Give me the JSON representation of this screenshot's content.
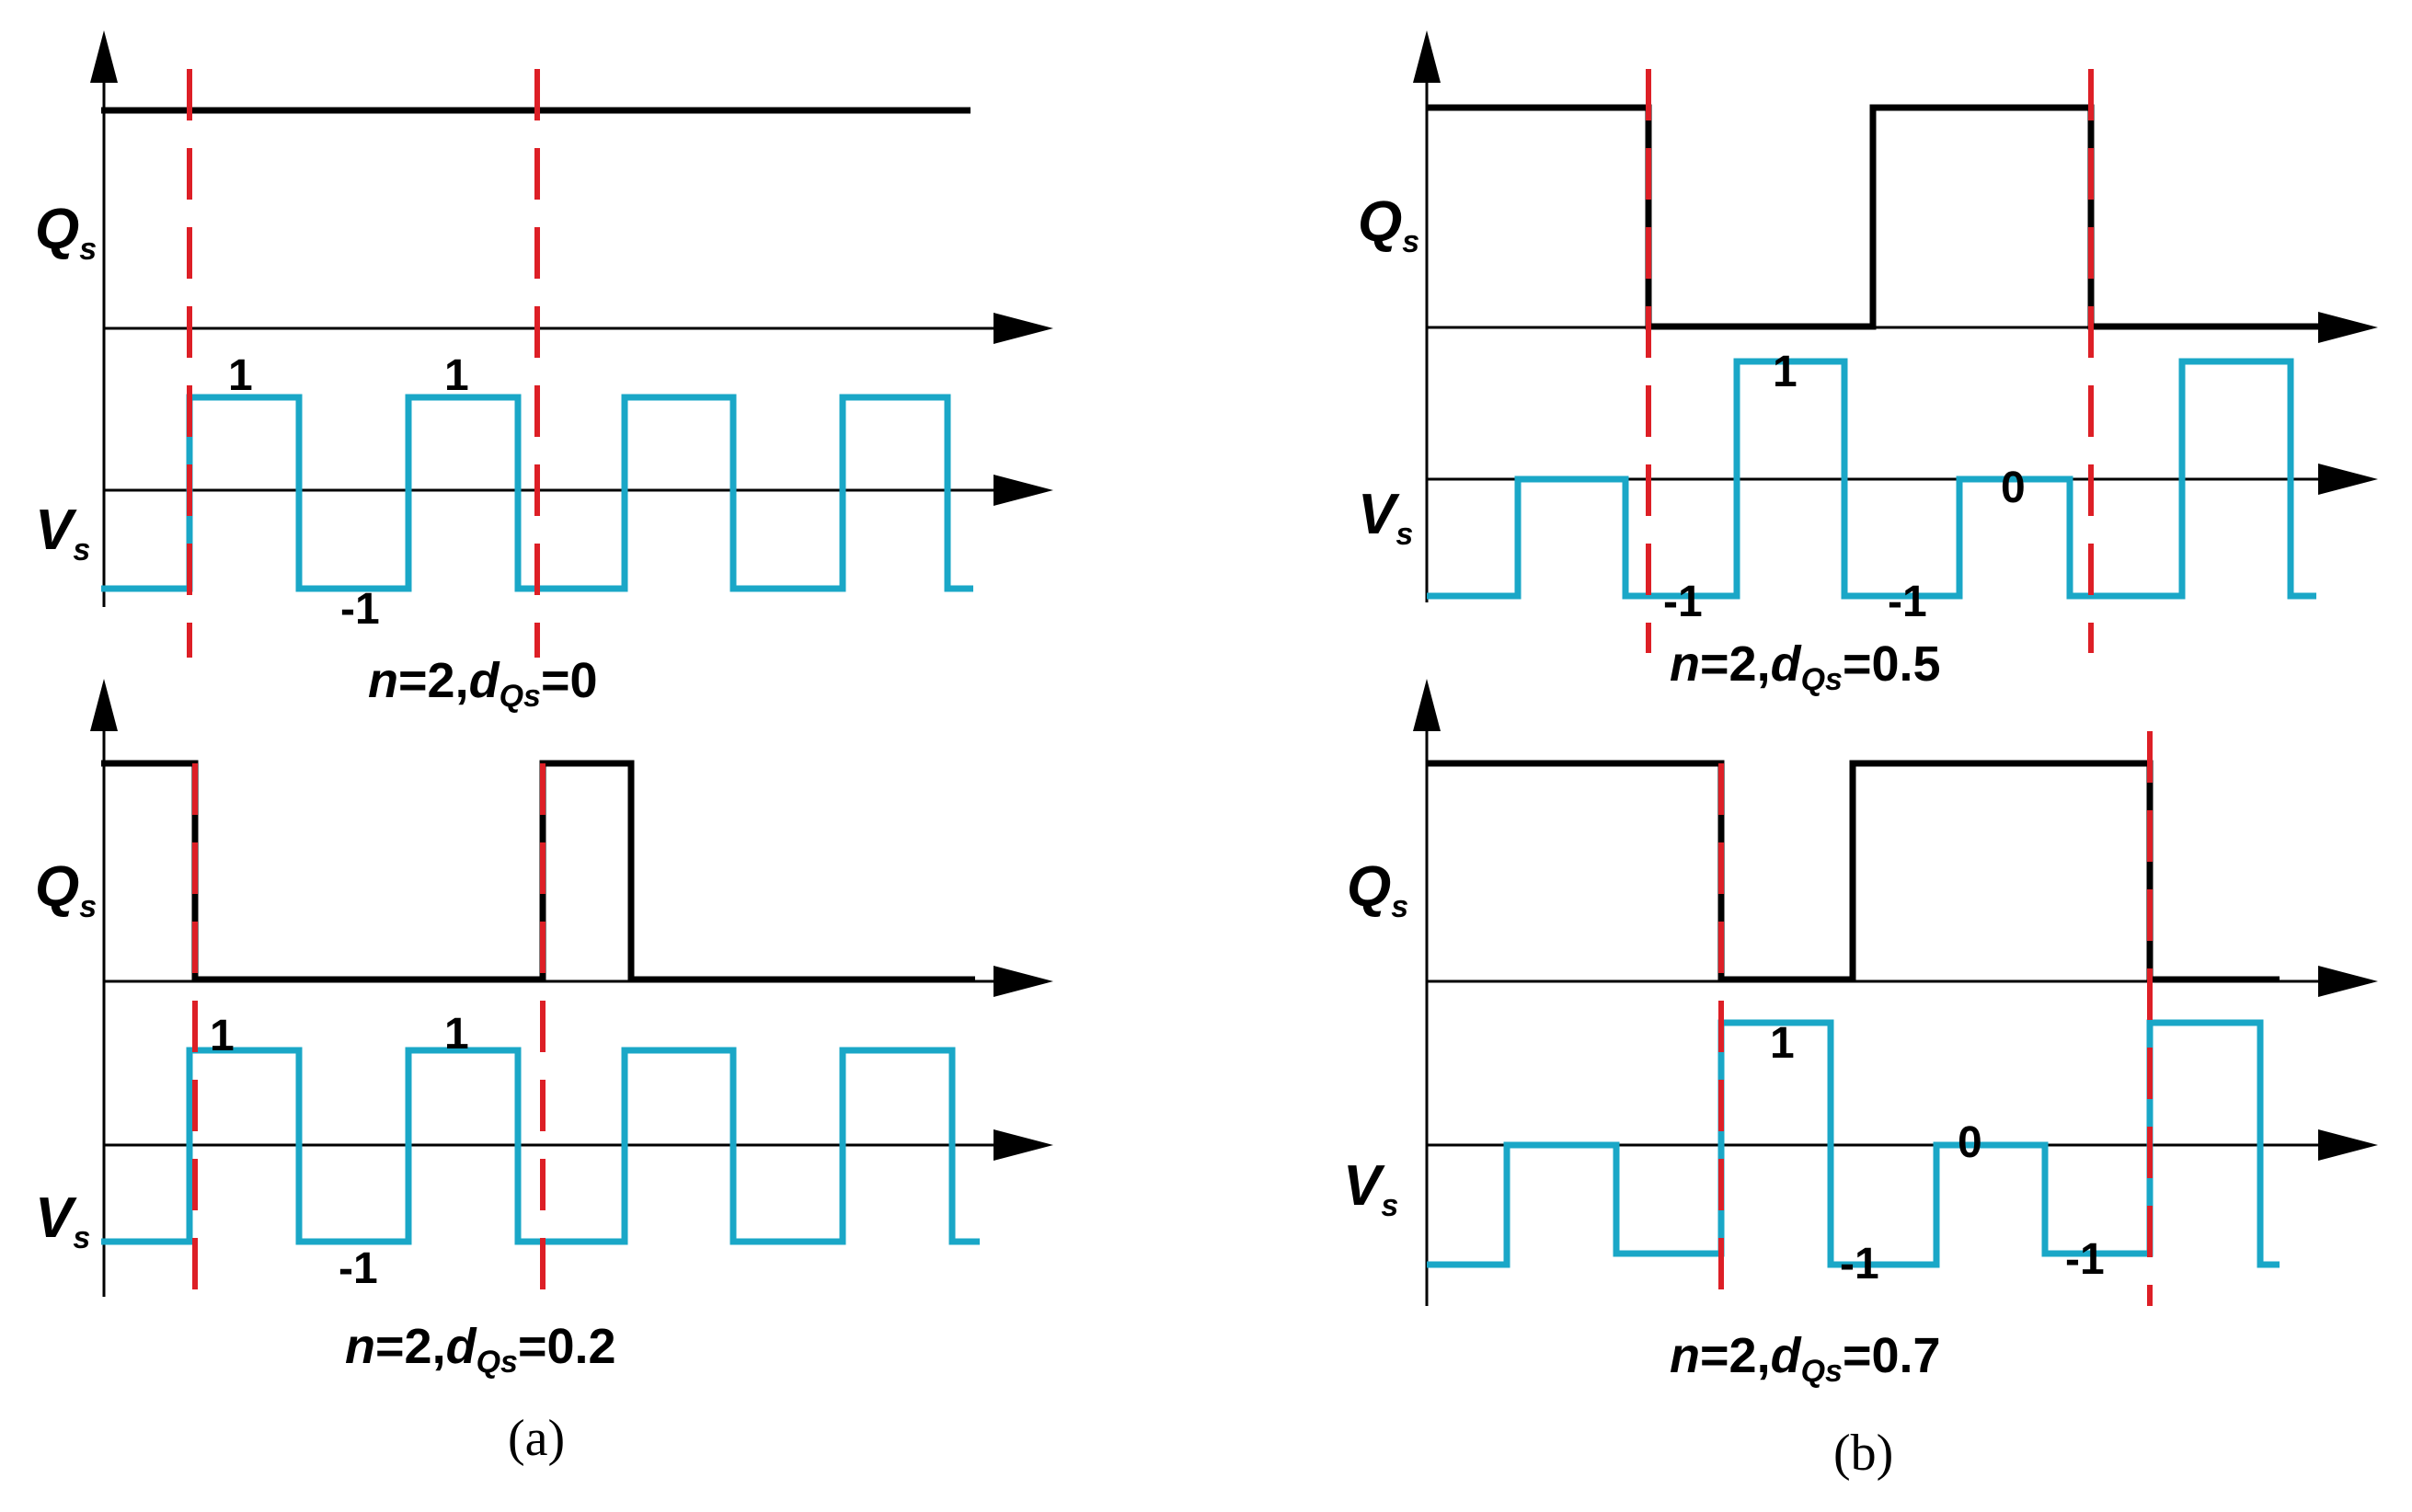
{
  "colors": {
    "qs": "#000000",
    "vs": "#1aa7c7",
    "marker": "#dd1f26",
    "axis": "#000000"
  },
  "panel_labels": [
    "(a)",
    "(b)"
  ],
  "panels": [
    {
      "id": "a-top",
      "qs_label": "Q",
      "qs_sub": "s",
      "vs_label": "V",
      "vs_sub": "s",
      "caption_n": "n",
      "caption_mid": "=2,",
      "caption_d": "d",
      "caption_sub": "Qs",
      "caption_val": "=0",
      "levels": [
        "1",
        "1",
        "-1"
      ]
    },
    {
      "id": "a-bottom",
      "qs_label": "Q",
      "qs_sub": "s",
      "vs_label": "V",
      "vs_sub": "s",
      "caption_n": "n",
      "caption_mid": "=2,",
      "caption_d": "d",
      "caption_sub": "Qs",
      "caption_val": "=0.2",
      "levels": [
        "1",
        "1",
        "-1"
      ]
    },
    {
      "id": "b-top",
      "qs_label": "Q",
      "qs_sub": "s",
      "vs_label": "V",
      "vs_sub": "s",
      "caption_n": "n",
      "caption_mid": "=2,",
      "caption_d": "d",
      "caption_sub": "Qs",
      "caption_val": "=0.5",
      "levels": [
        "1",
        "0",
        "-1",
        "-1"
      ]
    },
    {
      "id": "b-bottom",
      "qs_label": "Q",
      "qs_sub": "s",
      "vs_label": "V",
      "vs_sub": "s",
      "caption_n": "n",
      "caption_mid": "=2,",
      "caption_d": "d",
      "caption_sub": "Qs",
      "caption_val": "=0.7",
      "levels": [
        "1",
        "0",
        "-1",
        "-1"
      ]
    }
  ]
}
